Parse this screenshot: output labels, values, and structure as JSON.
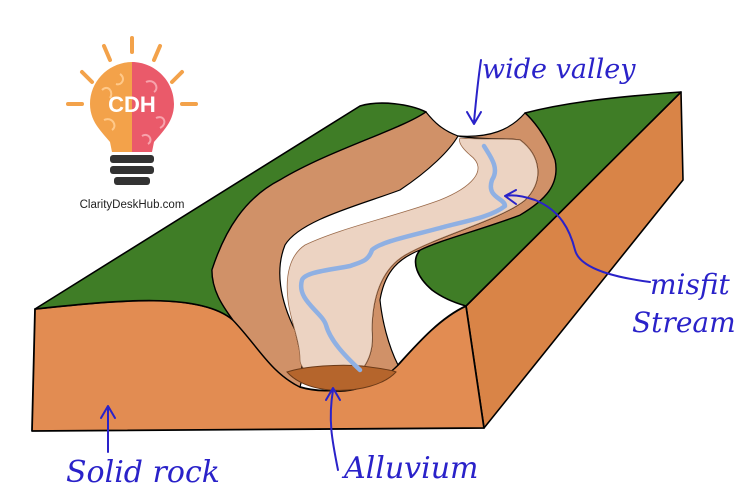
{
  "logo": {
    "text": "CDH",
    "site": "ClarityDeskHub.com",
    "colors": {
      "left": "#f3a24a",
      "right": "#ea5a6a",
      "rays": "#f3a24a",
      "base": "#333333"
    }
  },
  "labels": {
    "wide_valley": "wide valley",
    "misfit": "misfit",
    "stream": "Stream",
    "solid_rock": "Solid rock",
    "alluvium": "Alluvium"
  },
  "colors": {
    "grass": "#3f7d26",
    "rock_side": "#e28c52",
    "valley_slope": "#d09168",
    "floodplain": "#ecd3c2",
    "alluvium": "#b5652c",
    "river": "#8fb0e3",
    "ink": "#2a22c9"
  }
}
